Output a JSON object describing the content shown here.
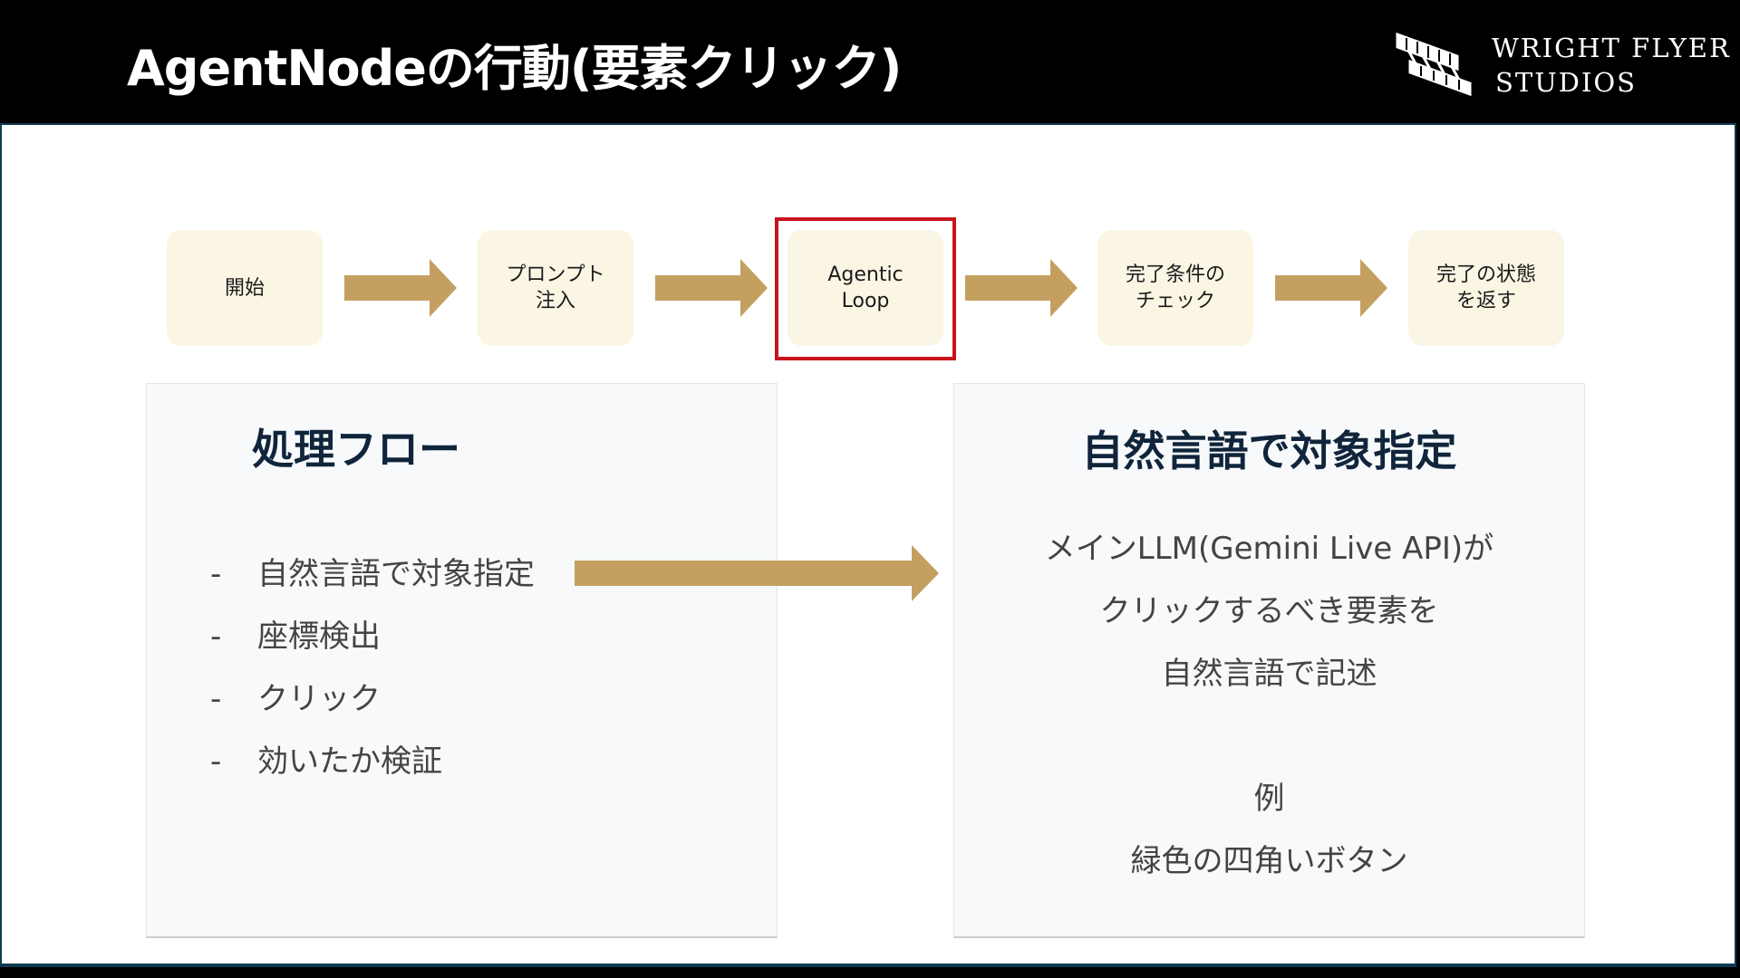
{
  "header": {
    "title": "AgentNodeの行動(要素クリック)",
    "logo": {
      "line1": "WRIGHT FLYER",
      "line2": "STUDIOS"
    }
  },
  "flow": {
    "steps": [
      "開始",
      "プロンプト\n注入",
      "Agentic\nLoop",
      "完了条件の\nチェック",
      "完了の状態\nを返す"
    ],
    "highlighted_step": "Agentic\nLoop"
  },
  "left_panel": {
    "title": "処理フロー",
    "bullet_marker": "-",
    "items": [
      "自然言語で対象指定",
      "座標検出",
      "クリック",
      "効いたか検証"
    ]
  },
  "right_panel": {
    "title": "自然言語で対象指定",
    "lines": [
      "メインLLM(Gemini Live API)が",
      "クリックするべき要素を",
      "自然言語で記述"
    ],
    "example_label": "例",
    "example_text": "緑色の四角いボタン"
  },
  "colors": {
    "header_bg": "#000000",
    "step_bg": "#fbf5e4",
    "arrow": "#c4a060",
    "highlight_border": "#c8141c",
    "panel_bg": "#f7f9fb",
    "panel_title": "#10253b",
    "body_text": "#444444",
    "frame_border": "#0e3a52"
  }
}
